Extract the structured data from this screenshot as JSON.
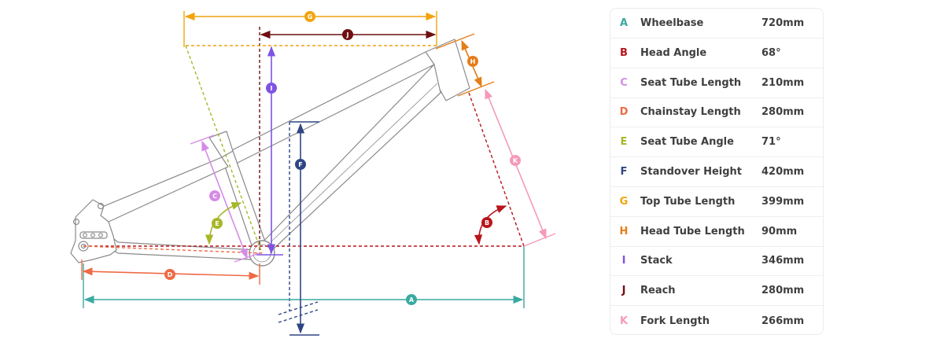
{
  "geometry_table": [
    {
      "letter": "A",
      "label": "Wheelbase",
      "value": "720mm",
      "color": "#3aa9a0"
    },
    {
      "letter": "B",
      "label": "Head Angle",
      "value": "68°",
      "color": "#b8141b"
    },
    {
      "letter": "C",
      "label": "Seat Tube Length",
      "value": "210mm",
      "color": "#d58be6"
    },
    {
      "letter": "D",
      "label": "Chainstay Length",
      "value": "280mm",
      "color": "#ee6a45"
    },
    {
      "letter": "E",
      "label": "Seat Tube Angle",
      "value": "71°",
      "color": "#a7b728"
    },
    {
      "letter": "F",
      "label": "Standover Height",
      "value": "420mm",
      "color": "#2f4585"
    },
    {
      "letter": "G",
      "label": "Top Tube Length",
      "value": "399mm",
      "color": "#f1a40e"
    },
    {
      "letter": "H",
      "label": "Head Tube Length",
      "value": "90mm",
      "color": "#e57d18"
    },
    {
      "letter": "I",
      "label": "Stack",
      "value": "346mm",
      "color": "#7d54e3"
    },
    {
      "letter": "J",
      "label": "Reach",
      "value": "280mm",
      "color": "#6e0f12"
    },
    {
      "letter": "K",
      "label": "Fork Length",
      "value": "266mm",
      "color": "#f59ab8"
    }
  ],
  "frame_color": "#8a8a8a"
}
